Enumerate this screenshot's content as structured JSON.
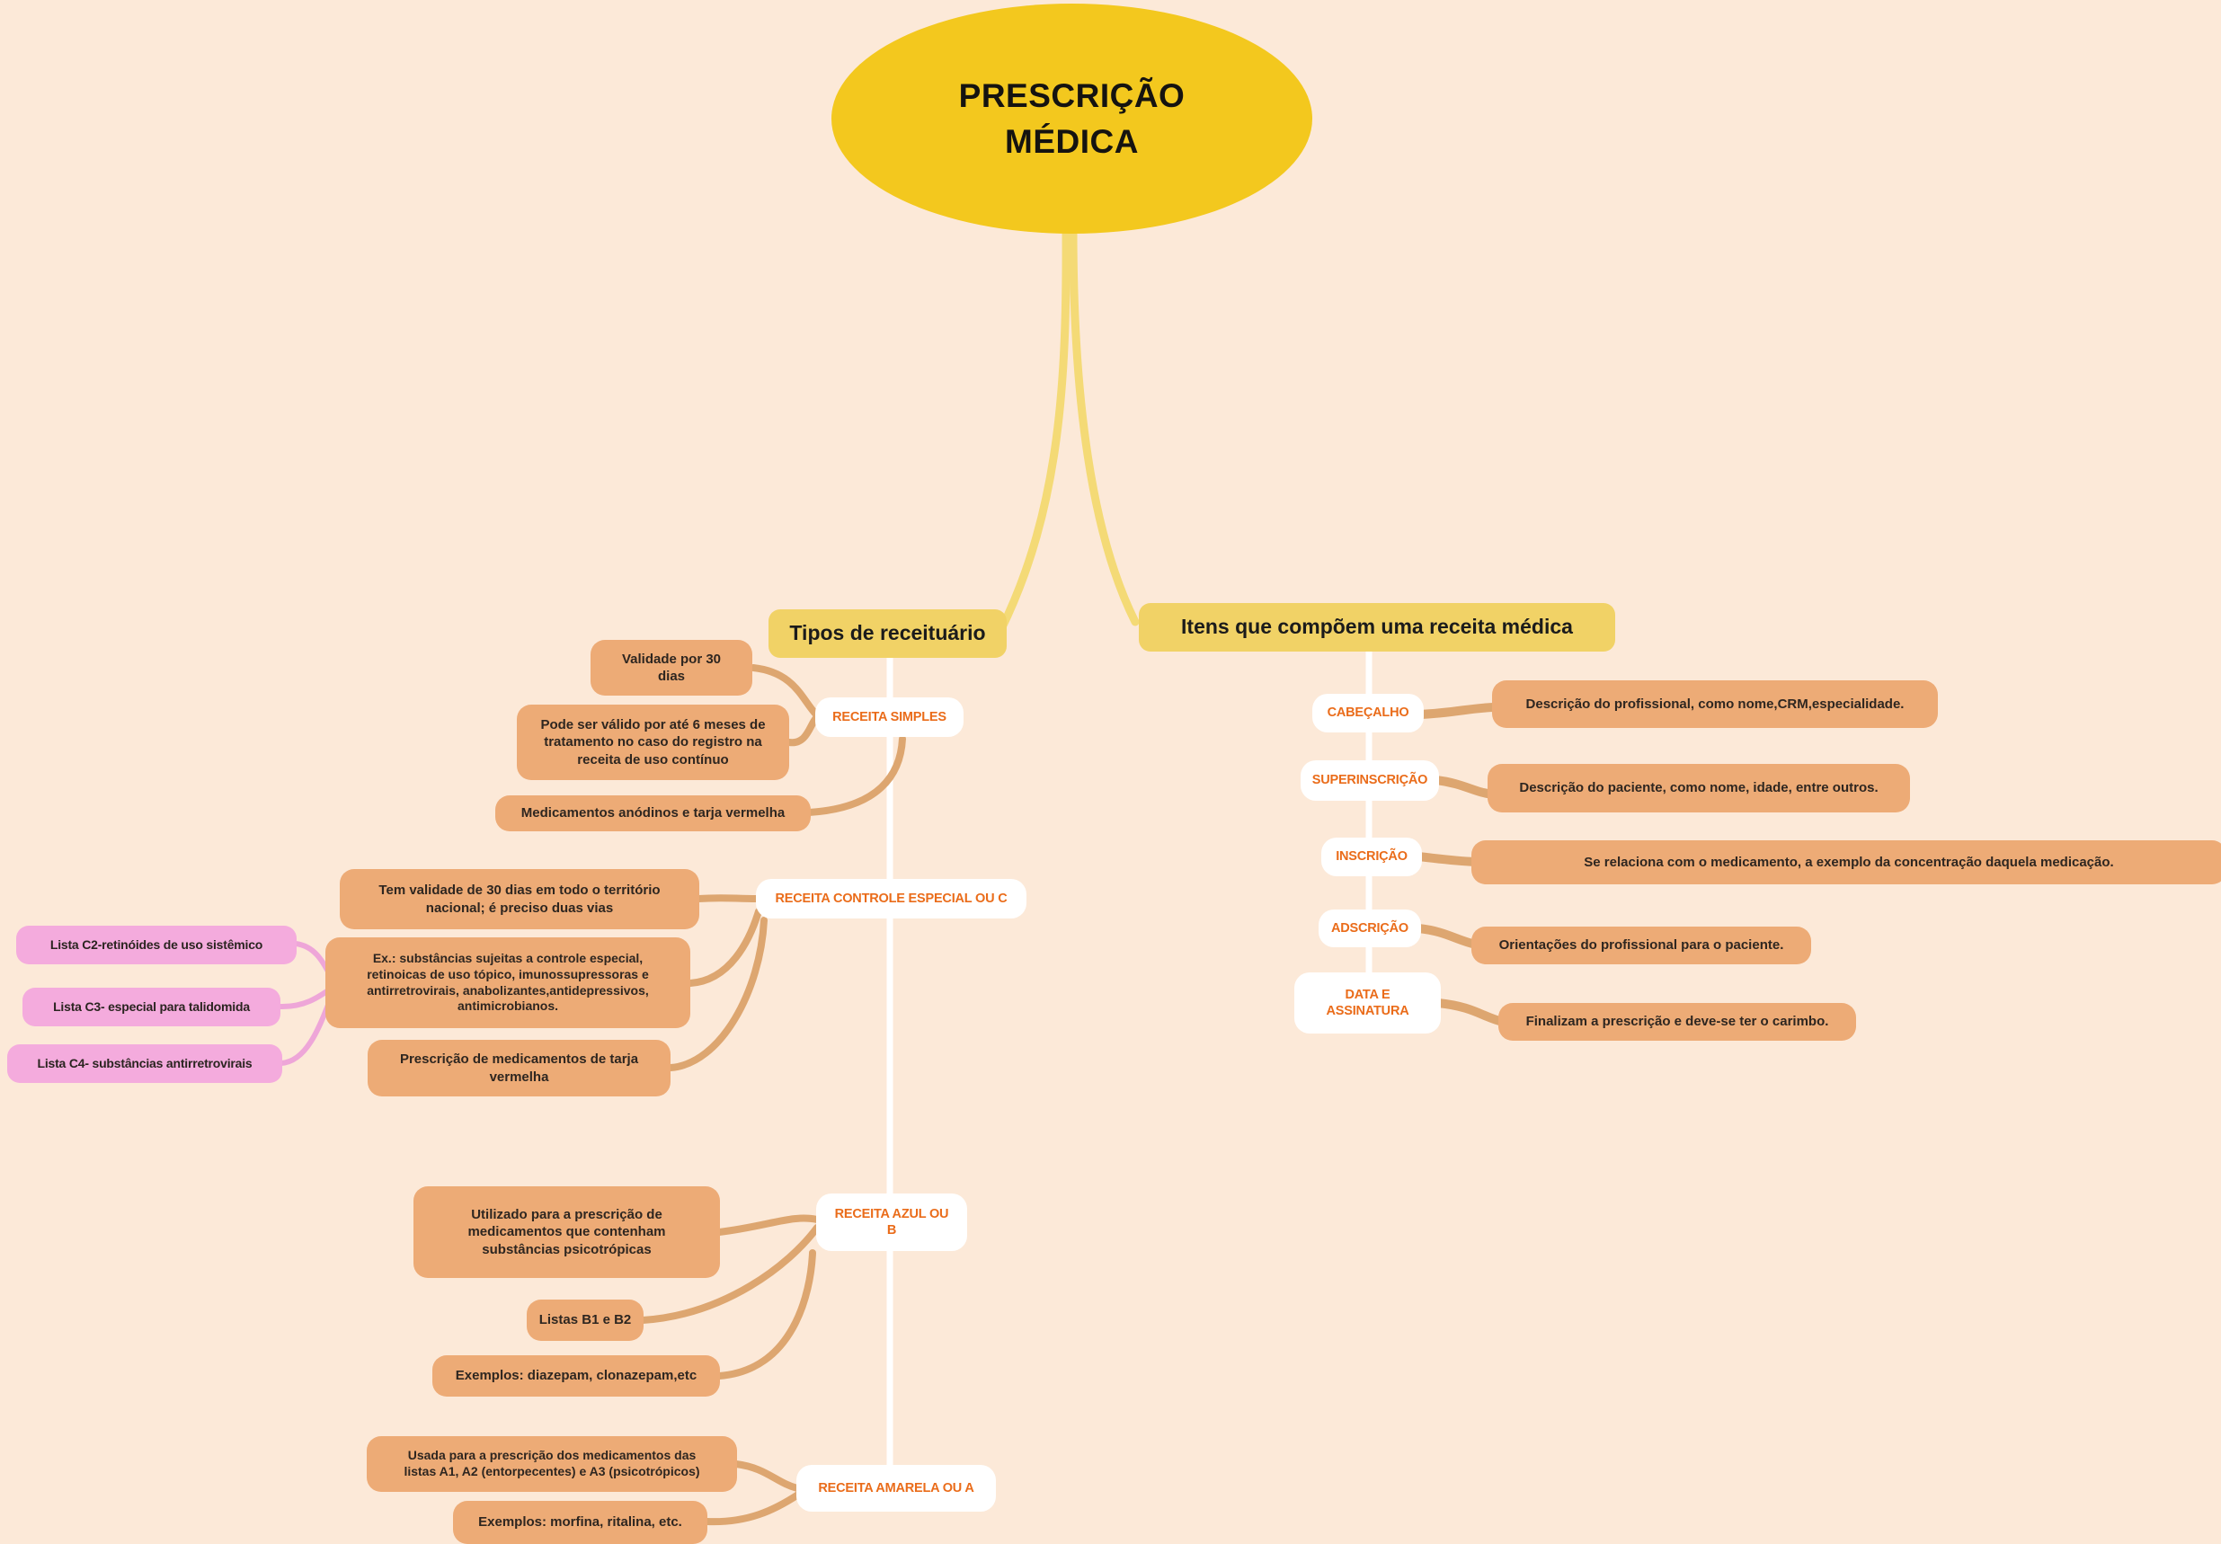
{
  "mindmap": {
    "center": "PRESCRIÇÃO\nMÉDICA",
    "branch_left": {
      "label": "Tipos de receituário",
      "receita_simples": {
        "label": "RECEITA SIMPLES",
        "validade": "Validade por 30\ndias",
        "pode": "Pode ser válido por até 6 meses de\ntratamento no caso do registro na\nreceita de uso contínuo",
        "medicamentos": "Medicamentos anódinos e tarja vermelha"
      },
      "receita_controle": {
        "label": "RECEITA CONTROLE ESPECIAL OU C",
        "validade": "Tem validade de 30 dias em todo o território\nnacional; é preciso duas vias",
        "exemplo": "Ex.: substâncias sujeitas a controle especial,\nretinoicas de uso tópico, imunossupressoras e\nantirretrovirais, anabolizantes,antidepressivos,\nantimicrobianos.",
        "prescricao": "Prescrição de medicamentos de tarja\nvermelha",
        "lista_c2": "Lista C2-retinóides de uso sistêmico",
        "lista_c3": "Lista C3- especial para talidomida",
        "lista_c4": "Lista C4- substâncias antirretrovirais"
      },
      "receita_azul": {
        "label": "RECEITA AZUL OU\nB",
        "utilizado": "Utilizado para a prescrição de\nmedicamentos que contenham\nsubstâncias psicotrópicas",
        "listas": "Listas B1 e B2",
        "exemplos": "Exemplos: diazepam, clonazepam,etc"
      },
      "receita_amarela": {
        "label": "RECEITA AMARELA OU A",
        "usada": "Usada para a prescrição dos medicamentos das\nlistas A1, A2 (entorpecentes) e A3 (psicotrópicos)",
        "exemplos": "Exemplos: morfina, ritalina, etc."
      }
    },
    "branch_right": {
      "label": "Itens que compõem uma receita médica",
      "items": [
        {
          "label": "CABEÇALHO",
          "desc": "Descrição do profissional, como nome,CRM,especialidade."
        },
        {
          "label": "SUPERINSCRIÇÃO",
          "desc": "Descrição do paciente, como nome, idade, entre outros."
        },
        {
          "label": "INSCRIÇÃO",
          "desc": "Se relaciona com o medicamento, a exemplo da concentração daquela medicação."
        },
        {
          "label": "ADSCRIÇÃO",
          "desc": "Orientações do profissional para o paciente."
        },
        {
          "label": "DATA E\nASSINATURA",
          "desc": "Finalizam a prescrição e deve-se ter o carimbo."
        }
      ]
    },
    "colors": {
      "background": "#fce9d8",
      "center_ellipse": "#f3c81e",
      "branch_label": "#f1d266",
      "trunk_line": "#f4da76",
      "spine_line": "#ffffff",
      "node_box": "#ffffff",
      "node_text": "#ea6c1a",
      "child_box": "#edab76",
      "child_text": "#2e2620",
      "connector": "#dda670",
      "list_box": "#f4abdd",
      "list_connector": "#eea6d8"
    }
  }
}
